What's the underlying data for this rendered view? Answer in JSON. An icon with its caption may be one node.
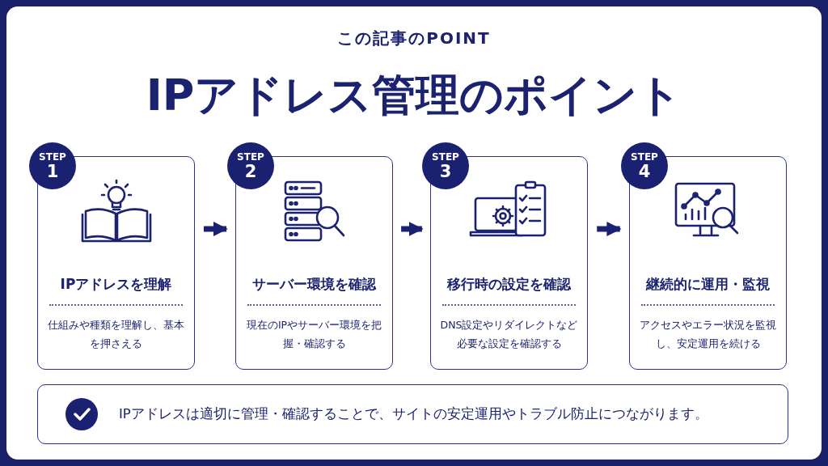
{
  "diagram": {
    "title": "IPアドレス管理のポイント",
    "nodes": [
      {
        "text": [
          "STEP",
          "1"
        ]
      },
      {
        "text": [
          "IPアドレスを理解",
          "仕組みや種類を理解し、基本を押さえる"
        ]
      },
      {
        "text": [
          "STEP",
          "2"
        ]
      },
      {
        "text": [
          "サーバー環境を確認",
          "現在のIPやサーバー環境を把握・確認する"
        ]
      },
      {
        "text": [
          "STEP",
          "3"
        ]
      },
      {
        "text": [
          "移行時の設定を確認",
          "DNS設定やリダイレクトなど必要な設定を確認する"
        ]
      },
      {
        "text": [
          "STEP",
          "4"
        ]
      },
      {
        "text": [
          "継続的に運用・監視",
          "アクセスやエラー状況を監視し、安定運用を続ける"
        ]
      },
      {
        "text": [
          "IPアドレスは適切に管理・確認することで、サイトの安定運用やトラブル防止につながります。"
        ]
      }
    ],
    "edges": [
      {
        "from": 1,
        "to": 3,
        "arrow": "to"
      },
      {
        "from": 3,
        "to": 5,
        "arrow": "to"
      },
      {
        "from": 5,
        "to": 7,
        "arrow": "to"
      }
    ],
    "labels": [
      "この記事のPOINT"
    ]
  }
}
